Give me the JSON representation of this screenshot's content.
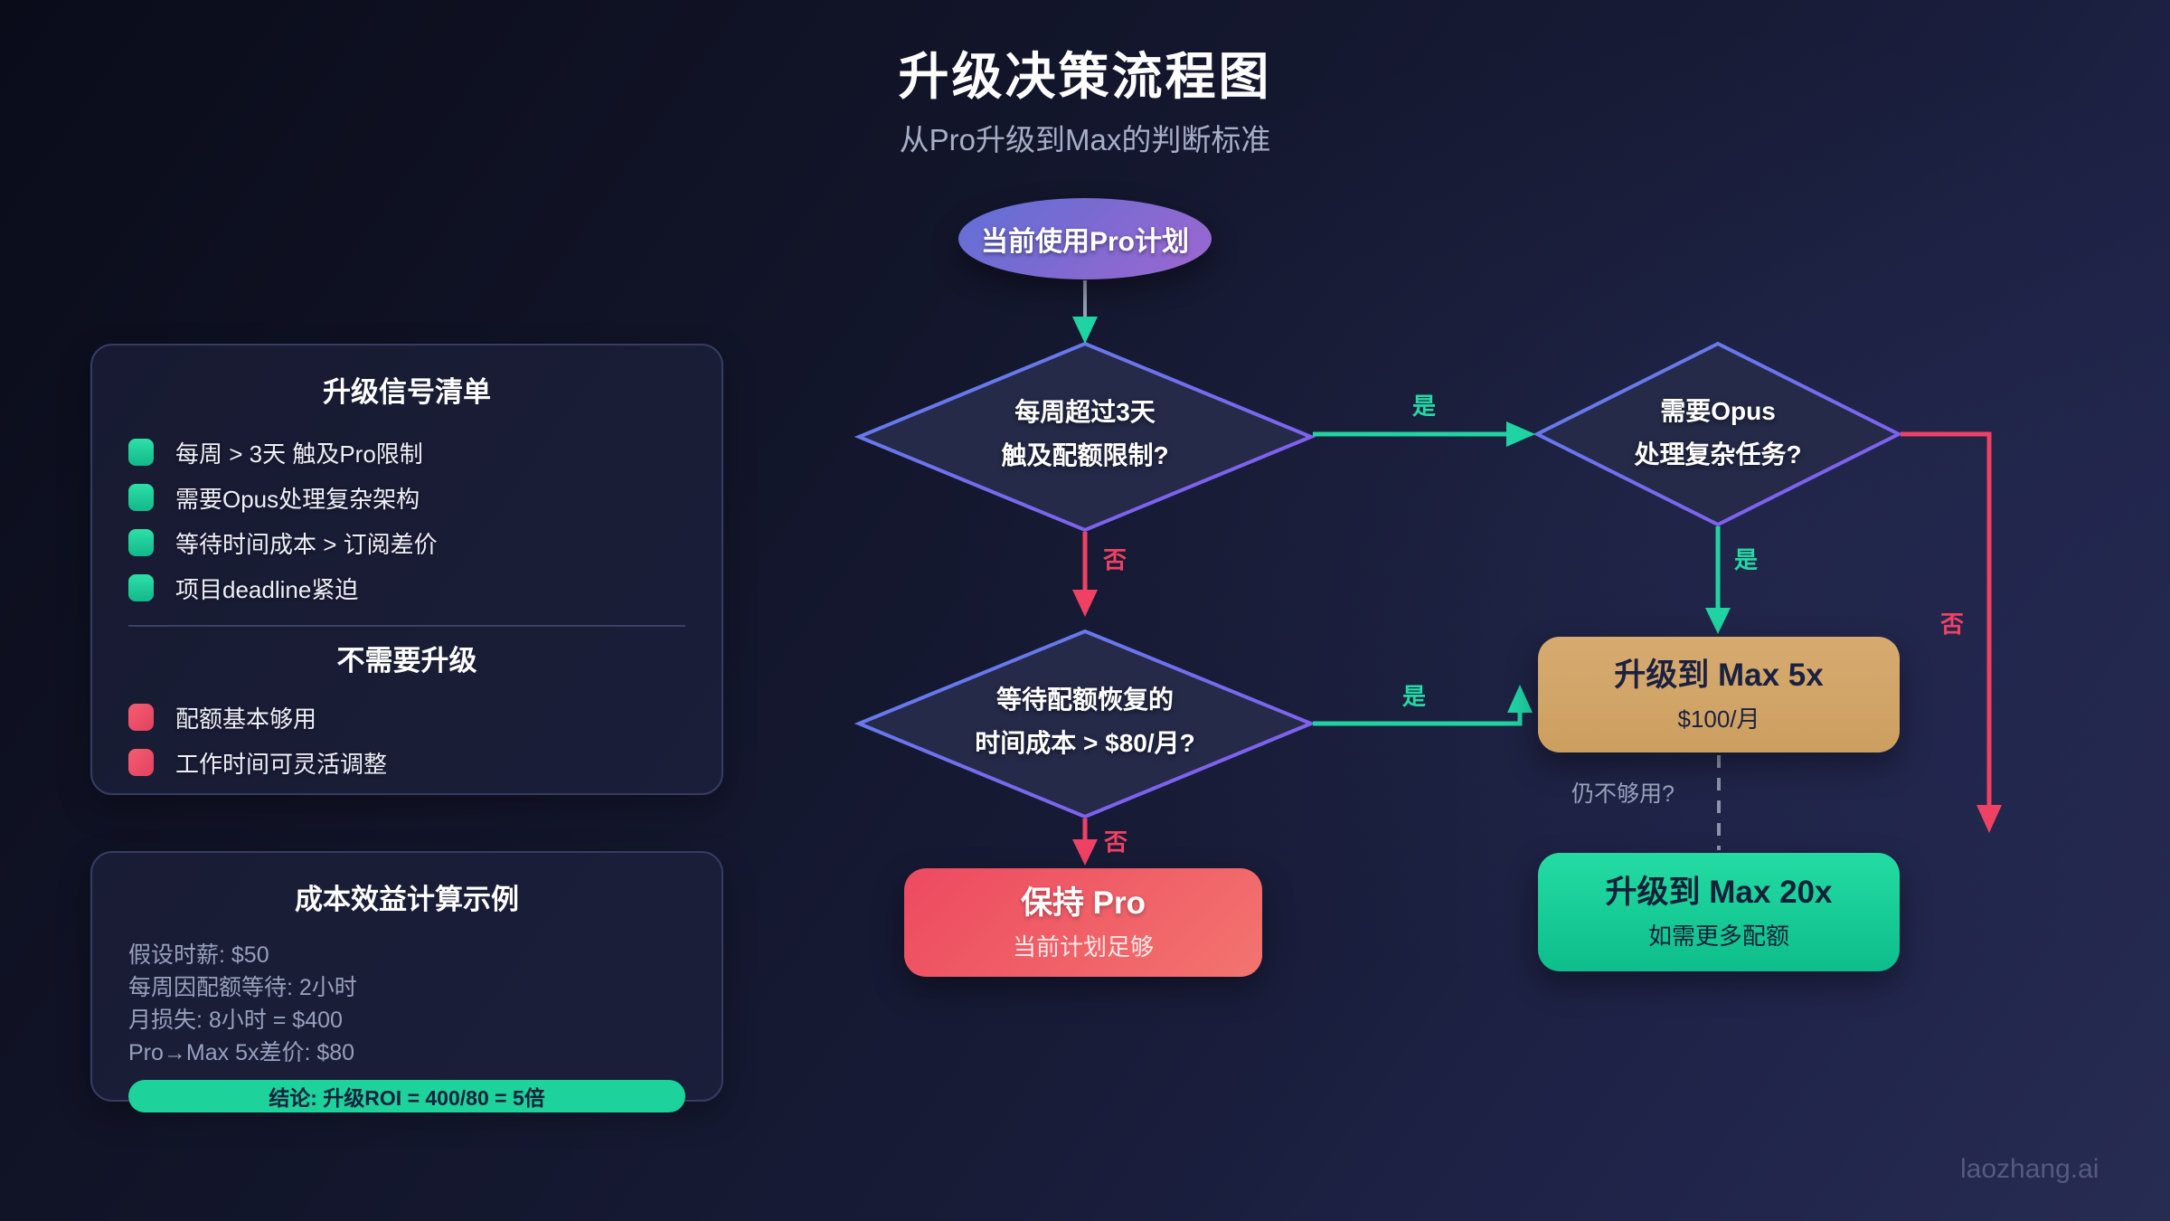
{
  "page": {
    "title": "升级决策流程图",
    "subtitle": "从Pro升级到Max的判断标准",
    "watermark": "laozhang.ai"
  },
  "colors": {
    "background_dark": "#0a0c1a",
    "background_light": "#272c52",
    "accent_green": "#1ed29b",
    "accent_red": "#ef4163",
    "diamond_stroke_blue": "#5b84ec",
    "diamond_stroke_purple": "#8a57f0",
    "gold_node": "#d2a266",
    "start_gradient_from": "#6170d6",
    "start_gradient_to": "#9d68cf"
  },
  "flowchart": {
    "start": {
      "label": "当前使用Pro计划"
    },
    "decision1": {
      "line1": "每周超过3天",
      "line2": "触及配额限制?"
    },
    "decision2": {
      "line1": "需要Opus",
      "line2": "处理复杂任务?"
    },
    "decision3": {
      "line1": "等待配额恢复的",
      "line2": "时间成本 > $80/月?"
    },
    "max5x": {
      "title": "升级到 Max 5x",
      "subtitle": "$100/月"
    },
    "max20x": {
      "title": "升级到 Max 20x",
      "subtitle": "如需更多配额"
    },
    "keep_pro": {
      "title": "保持 Pro",
      "subtitle": "当前计划足够"
    },
    "labels": {
      "yes": "是",
      "no": "否",
      "still_not_enough": "仍不够用?"
    }
  },
  "signals_panel": {
    "title": "升级信号清单",
    "upgrade_items": [
      "每周 > 3天 触及Pro限制",
      "需要Opus处理复杂架构",
      "等待时间成本 > 订阅差价",
      "项目deadline紧迫"
    ],
    "no_upgrade_title": "不需要升级",
    "no_upgrade_items": [
      "配额基本够用",
      "工作时间可灵活调整"
    ]
  },
  "cost_panel": {
    "title": "成本效益计算示例",
    "lines": [
      "假设时薪: $50",
      "每周因配额等待: 2小时",
      "月损失: 8小时 = $400",
      "Pro→Max 5x差价: $80"
    ],
    "conclusion": "结论: 升级ROI = 400/80 = 5倍"
  }
}
